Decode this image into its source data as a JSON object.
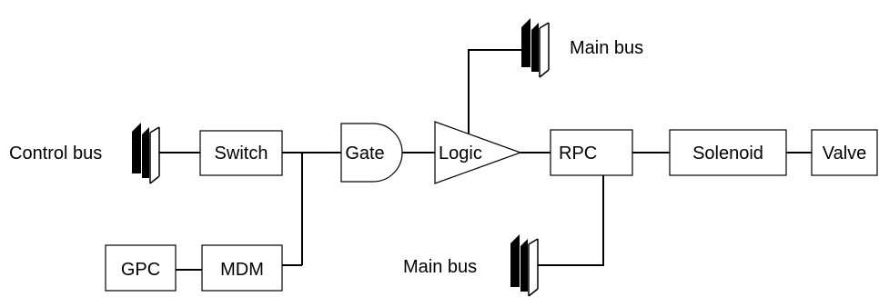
{
  "blocks": {
    "switch": "Switch",
    "gate": "Gate",
    "logic": "Logic",
    "rpc": "RPC",
    "solenoid": "Solenoid",
    "valve": "Valve",
    "gpc": "GPC",
    "mdm": "MDM"
  },
  "buses": {
    "control": "Control bus",
    "main_top": "Main bus",
    "main_bottom": "Main bus"
  }
}
